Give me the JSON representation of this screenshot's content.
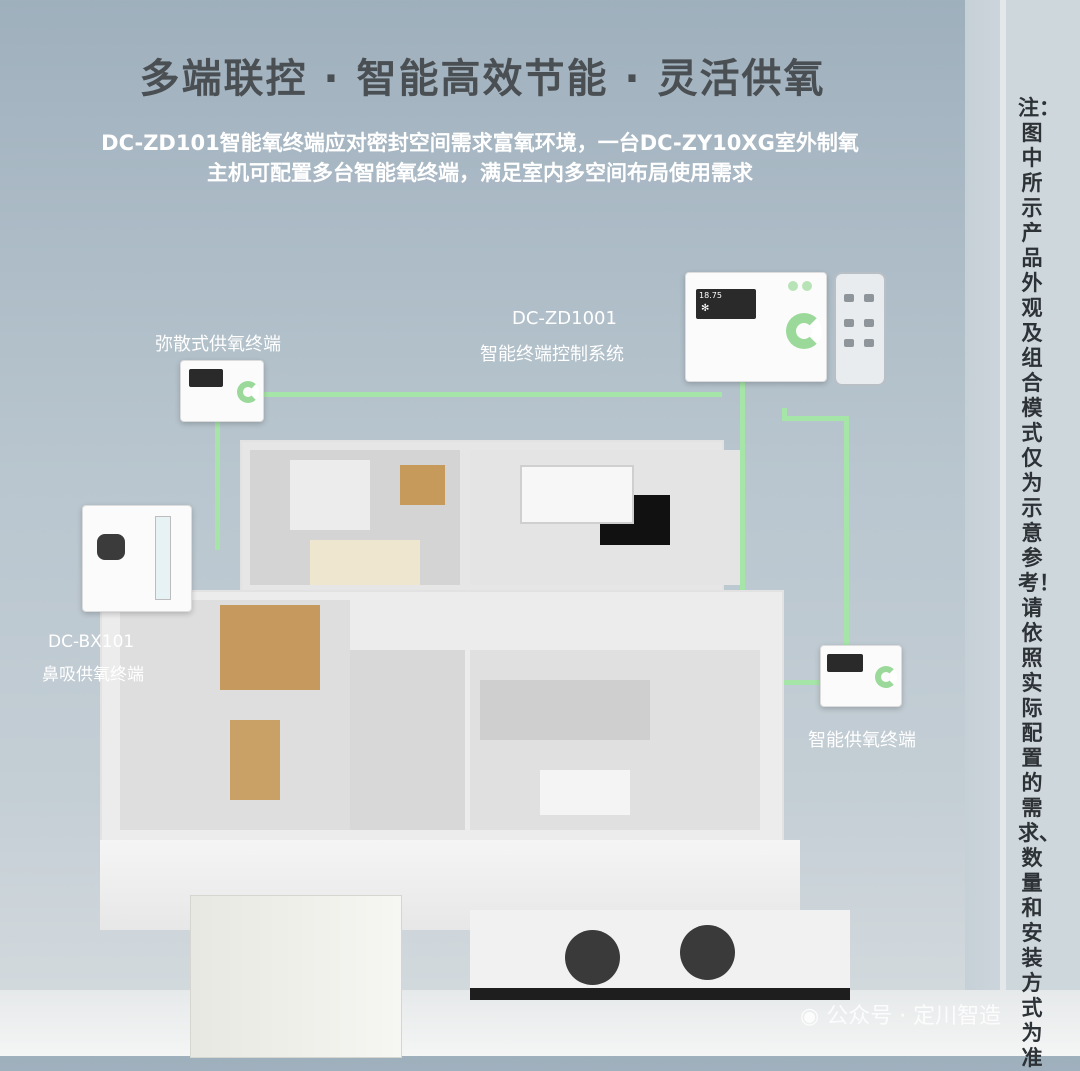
{
  "header": {
    "title": "多端联控 · 智能高效节能 · 灵活供氧",
    "subtitle_line1": "DC-ZD101智能氧终端应对密封空间需求富氧环境，一台DC-ZY10XG室外制氧",
    "subtitle_line2": "主机可配置多台智能氧终端，满足室内多空间布局使用需求"
  },
  "labels": {
    "diffuse_terminal": "弥散式供氧终端",
    "control_model": "DC-ZD1001",
    "control_name": "智能终端控制系统",
    "nasal_model": "DC-BX101",
    "nasal_name": "鼻吸供氧终端",
    "smart_terminal": "智能供氧终端"
  },
  "note": {
    "text": "注：图中所示产品外观及组合模式仅为示意参考！请依照实际配置的需求、数量和安装方式为准"
  },
  "device": {
    "display_value": "18.75"
  },
  "watermark": {
    "text": "公众号 · 定川智造"
  },
  "colors": {
    "accent_green": "#a6e5a8",
    "title_gray": "#4a4f53",
    "background_blue_gray": "#9fb0bd"
  },
  "icons": [
    "fan-icon",
    "wechat-icon"
  ]
}
